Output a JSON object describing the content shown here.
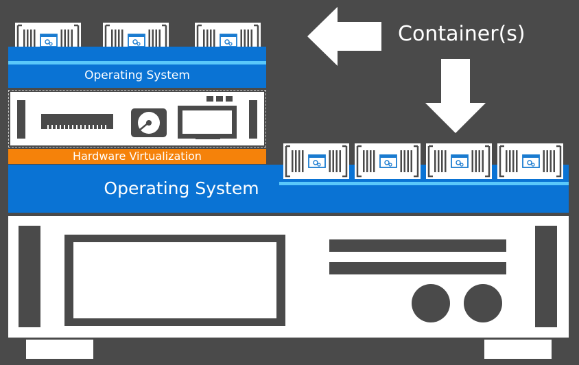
{
  "labels": {
    "containers": "Container(s)",
    "vm_os": "Operating System",
    "hw_virt": "Hardware Virtualization",
    "host_os": "Operating System"
  },
  "colors": {
    "background": "#4a4a4a",
    "os_blue": "#0a73d4",
    "os_stripe": "#5ac8fa",
    "hw_orange": "#f5820a",
    "white": "#ffffff",
    "dark_gray": "#4a4a4a",
    "icon_blue": "#1a7bd0"
  },
  "icons": {
    "container": "container-box-icon",
    "app": "app-window-gear-icon",
    "ram": "memory-module-icon",
    "disk": "hard-disk-icon",
    "monitor": "monitor-icon",
    "server": "server-chassis-icon"
  }
}
